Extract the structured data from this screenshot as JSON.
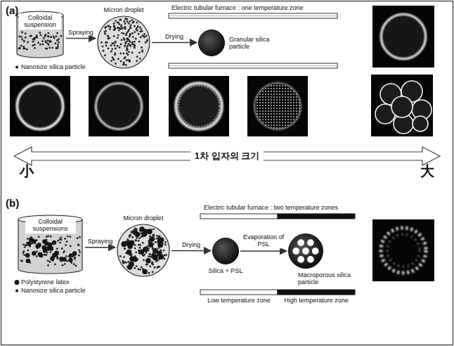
{
  "diagram": {
    "nodes": [
      {
        "text": [
          "Colloidal suspension"
        ]
      },
      {
        "text": [
          "Micron droplet"
        ]
      },
      {
        "text": [
          "Granular silica particle"
        ]
      },
      {
        "text": [
          "Colloidal suspensions"
        ]
      },
      {
        "text": [
          "Micron droplet"
        ]
      },
      {
        "text": [
          "Silica + PSL"
        ]
      },
      {
        "text": [
          "Macroporous silica particle"
        ]
      }
    ],
    "edges": [
      {
        "from": 0,
        "to": 1,
        "label": "Spraying",
        "arrow": "to"
      },
      {
        "from": 1,
        "to": 2,
        "label": "Drying",
        "arrow": "to"
      },
      {
        "from": 3,
        "to": 4,
        "label": "Spraying",
        "arrow": "to"
      },
      {
        "from": 4,
        "to": 5,
        "label": "Drying",
        "arrow": "to"
      },
      {
        "from": 5,
        "to": 6,
        "label": "Evaporation of PSL",
        "arrow": "to"
      }
    ],
    "labels": [
      "(a)",
      "Electric tubular furnace : one temperature zone",
      "1차 입자의 크기",
      "小",
      "大",
      "(b)",
      "Electric tubular furnace : two temperature zones",
      "Low temperature zone",
      "High temperature zone"
    ],
    "legend": [
      {
        "text": "Nanosize silica particle"
      },
      {
        "text": "Polystyrene latex"
      },
      {
        "text": "Nanosize silica particle"
      }
    ]
  }
}
